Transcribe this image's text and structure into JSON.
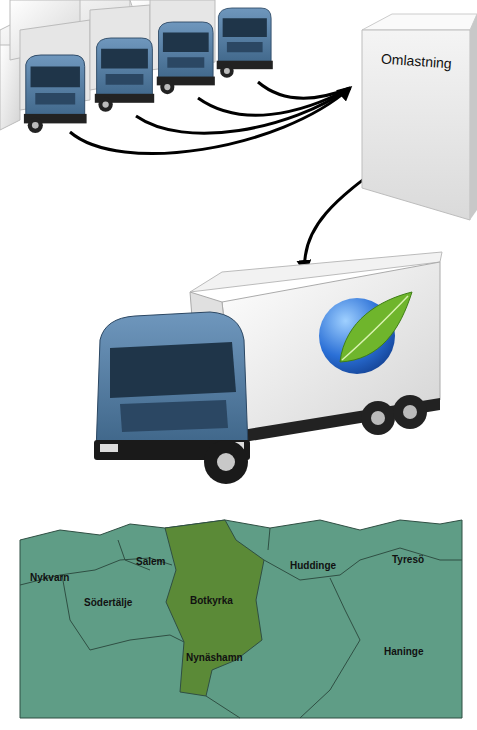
{
  "diagram": {
    "nodes": [
      {
        "text": [
          "Omlastning"
        ]
      }
    ],
    "labels": [
      "Salem",
      "Huddinge",
      "Tyresö",
      "Nykvarn",
      "Södertälje",
      "Botkyrka",
      "Haninge",
      "Nynäshamn"
    ]
  }
}
